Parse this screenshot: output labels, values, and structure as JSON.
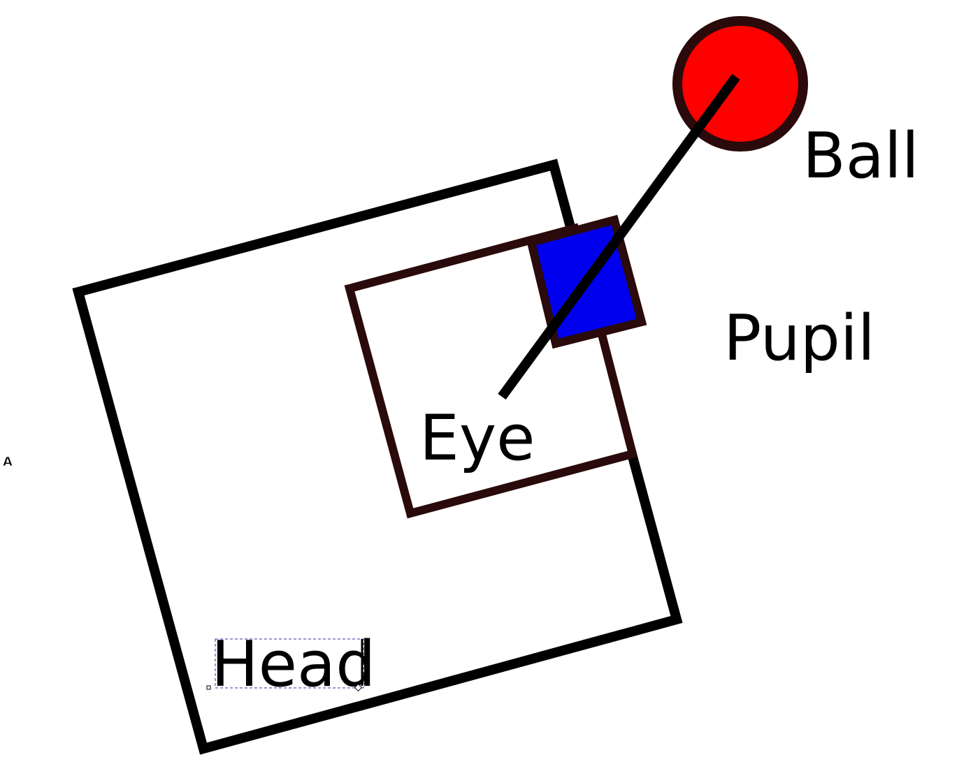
{
  "labels": {
    "ball": "Ball",
    "pupil": "Pupil",
    "eye": "Eye",
    "head": "Head",
    "text_tool_marker": "A"
  },
  "colors": {
    "ball_fill": "#ff0000",
    "pupil_fill": "#0000ee",
    "shape_outline": "#2a0a0a",
    "head_outline": "#000000",
    "line": "#000000",
    "selection_box": "#3333aa"
  }
}
